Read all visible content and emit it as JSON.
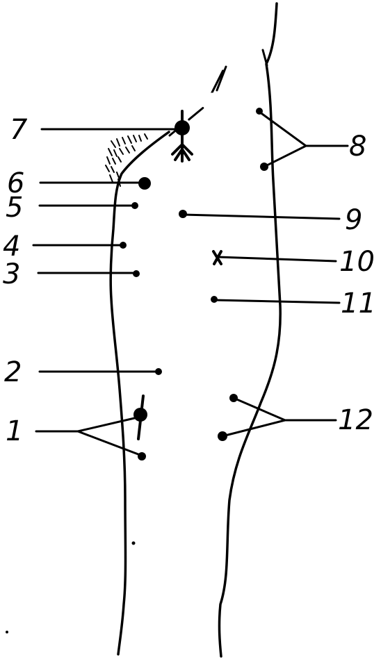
{
  "labels": {
    "l1": "1",
    "l2": "2",
    "l3": "3",
    "l4": "4",
    "l5": "5",
    "l6": "6",
    "l7": "7",
    "l8": "8",
    "l9": "9",
    "l10": "10",
    "l11": "11",
    "l12": "12",
    "axis": "/"
  }
}
